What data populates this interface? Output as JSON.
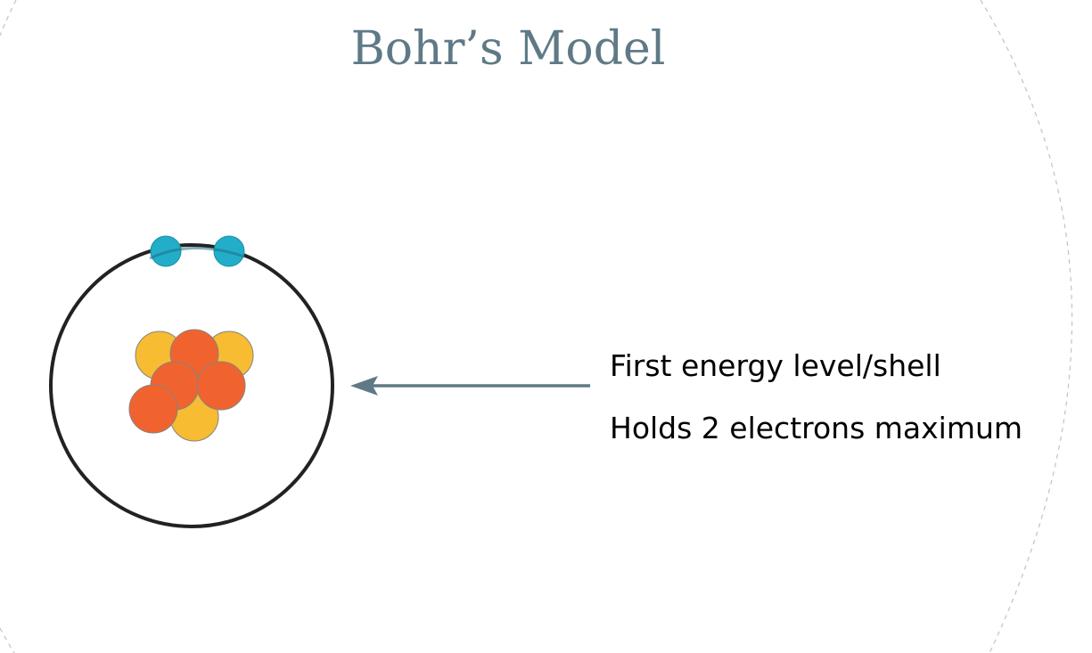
{
  "slide": {
    "title": "Bohr’s Model",
    "caption_line1": "First energy level/shell",
    "caption_line2": "Holds 2 electrons maximum"
  },
  "colors": {
    "title": "#5f7a86",
    "arrow": "#5f7a86",
    "orbit": "#222222",
    "electron": "#22aec9",
    "proton": "#f0581f",
    "neutron": "#f7b722",
    "decor_arc": "#b9cccc"
  },
  "atom": {
    "electrons_on_shell": 2,
    "nucleus_particles": 7
  }
}
